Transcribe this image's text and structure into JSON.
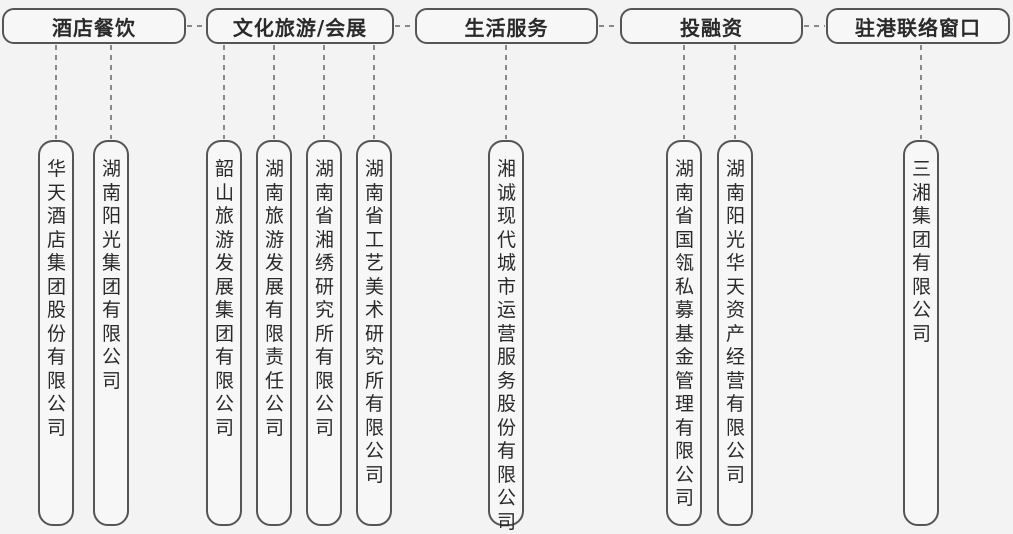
{
  "categories": [
    {
      "label": "酒店餐饮",
      "companies": [
        "华天酒店集团股份有限公司",
        "湖南阳光集团有限公司"
      ]
    },
    {
      "label": "文化旅游/会展",
      "companies": [
        "韶山旅游发展集团有限公司",
        "湖南旅游发展有限责任公司",
        "湖南省湘绣研究所有限公司",
        "湖南省工艺美术研究所有限公司"
      ]
    },
    {
      "label": "生活服务",
      "companies": [
        "湘诚现代城市运营服务股份有限公司"
      ]
    },
    {
      "label": "投融资",
      "companies": [
        "湖南省国瓴私募基金管理有限公司",
        "湖南阳光华天资产经营有限公司"
      ]
    },
    {
      "label": "驻港联络窗口",
      "companies": [
        "三湘集团有限公司"
      ]
    }
  ],
  "colors": {
    "border": "#555555",
    "line": "#666666",
    "background": "#f3f3f3"
  }
}
